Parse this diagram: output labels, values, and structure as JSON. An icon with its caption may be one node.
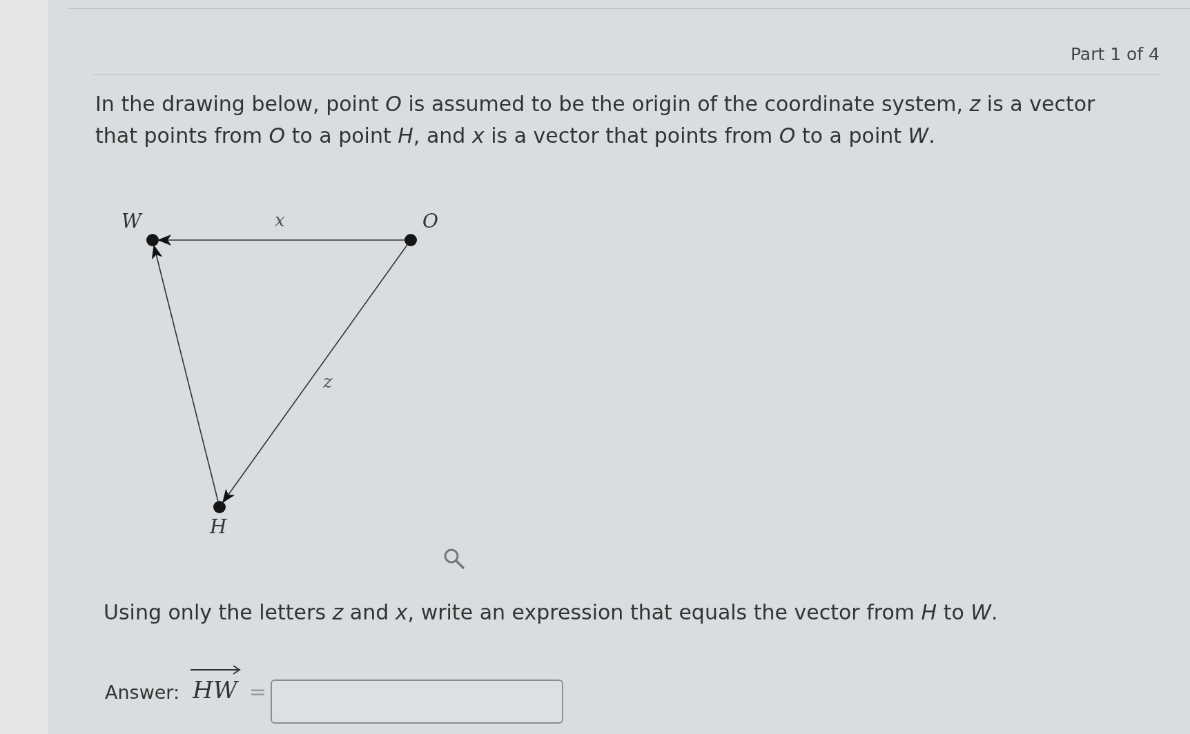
{
  "diagram": {
    "nodes": [
      {
        "text": [],
        "shape": "circle",
        "beside": [
          "W"
        ]
      },
      {
        "text": [],
        "shape": "circle",
        "beside": [
          "O"
        ]
      },
      {
        "text": [],
        "shape": "circle",
        "beside": [
          "H"
        ]
      }
    ],
    "edges": [
      {
        "from": 1,
        "to": 0,
        "arrow": "to",
        "label": "x"
      },
      {
        "from": 1,
        "to": 2,
        "arrow": "to",
        "label": "z"
      },
      {
        "from": 2,
        "to": 0,
        "arrow": "to"
      }
    ],
    "labels": [
      "Part 1 of 4",
      "In the drawing below, point *O* is assumed to be the origin of the coordinate system, *z* is a vector that points from *O* to a point *H*, and *x* is a vector that points from *O* to a point *W*.",
      "Using only the letters *z* and *x*, write an expression that equals the vector from *H* to *W*.",
      "Answer:",
      "HW",
      "="
    ]
  }
}
